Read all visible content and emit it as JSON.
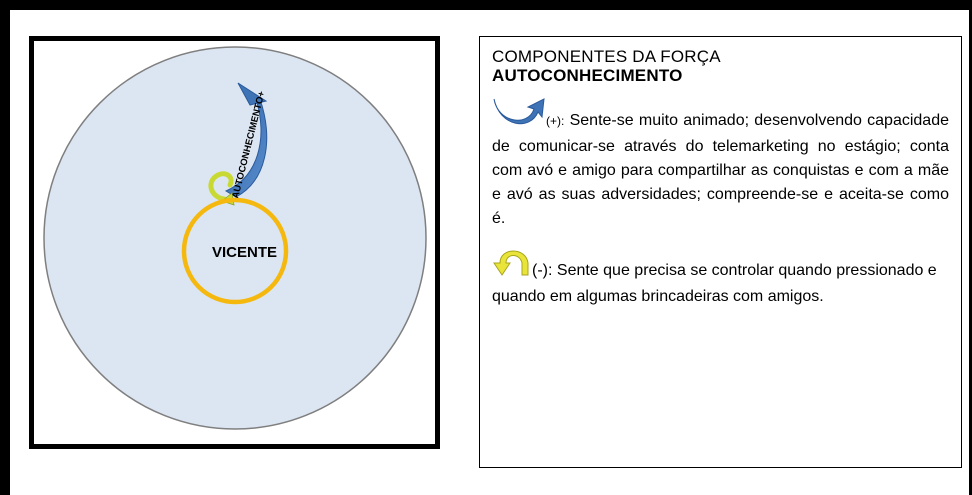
{
  "diagram": {
    "center_name": "VICENTE",
    "arrow_label": "AUTOCONHECIMENTO+",
    "colors": {
      "outer_circle_fill": "#dce6f2",
      "outer_circle_stroke": "#7f7f7f",
      "center_ring": "#f5b80f",
      "positive_arrow": "#3e73b6",
      "negative_arrow": "#c9d934"
    },
    "icons": {
      "positive": "curved-arrow-up-blue-icon",
      "negative": "curved-arrow-down-yellow-icon"
    }
  },
  "panel": {
    "heading_line1": "COMPONENTES DA FORÇA",
    "heading_line2": "AUTOCONHECIMENTO",
    "positive_sign": "(+):",
    "positive_text": "Sente-se muito animado; desenvolvendo capacidade de comunicar-se através do telemarketing no estágio; conta com avó e amigo para compartilhar as conquistas e com a mãe e avó as suas adversidades; compreende-se e aceita-se como é.",
    "negative_sign": "(-):",
    "negative_text": "Sente que precisa se controlar quando pressionado e quando em algumas brincadeiras com amigos."
  }
}
